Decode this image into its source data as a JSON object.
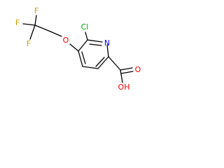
{
  "molecule": {
    "atoms": {
      "cl": {
        "label": "Cl",
        "color": "#00a000"
      },
      "n": {
        "label": "N",
        "color": "#0000ff"
      },
      "o_ether": {
        "label": "O",
        "color": "#ff0000"
      },
      "o_carbonyl": {
        "label": "O",
        "color": "#ff0000"
      },
      "oh": {
        "label": "OH",
        "color": "#ff0000"
      },
      "f1": {
        "label": "F",
        "color": "#c8a000"
      },
      "f2": {
        "label": "F",
        "color": "#c8a000"
      },
      "f3": {
        "label": "F",
        "color": "#c8a000"
      }
    }
  }
}
